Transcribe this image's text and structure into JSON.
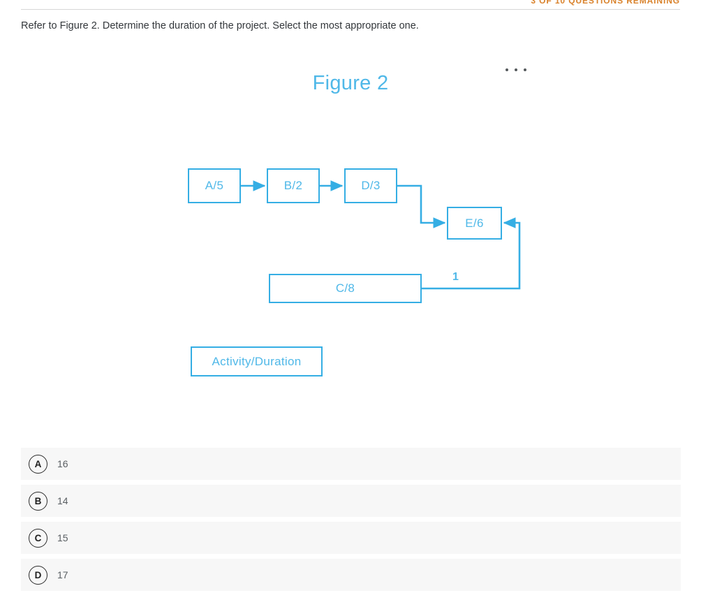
{
  "header": {
    "progress_text": "3 OF 10 QUESTIONS REMAINING"
  },
  "question": {
    "stem": "Refer to Figure 2. Determine the duration of the project. Select the most appropriate one."
  },
  "figure": {
    "title": "Figure 2",
    "menu_icon": "ellipsis-horizontal-icon",
    "accent_color": "#4fb8e8",
    "border_color": "#35aee4",
    "legend_label": "Activity/Duration",
    "nodes": [
      {
        "id": "A",
        "label": "A/5",
        "activity": "A",
        "duration": 5
      },
      {
        "id": "B",
        "label": "B/2",
        "activity": "B",
        "duration": 2
      },
      {
        "id": "D",
        "label": "D/3",
        "activity": "D",
        "duration": 3
      },
      {
        "id": "E",
        "label": "E/6",
        "activity": "E",
        "duration": 6
      },
      {
        "id": "C",
        "label": "C/8",
        "activity": "C",
        "duration": 8
      }
    ],
    "edges": [
      {
        "from": "A",
        "to": "B",
        "label": ""
      },
      {
        "from": "B",
        "to": "D",
        "label": ""
      },
      {
        "from": "D",
        "to": "E",
        "label": ""
      },
      {
        "from": "C",
        "to": "E",
        "label": "1"
      }
    ],
    "edge_label_1": "1"
  },
  "answers": {
    "options": [
      {
        "letter": "A",
        "text": "16"
      },
      {
        "letter": "B",
        "text": "14"
      },
      {
        "letter": "C",
        "text": "15"
      },
      {
        "letter": "D",
        "text": "17"
      }
    ]
  }
}
